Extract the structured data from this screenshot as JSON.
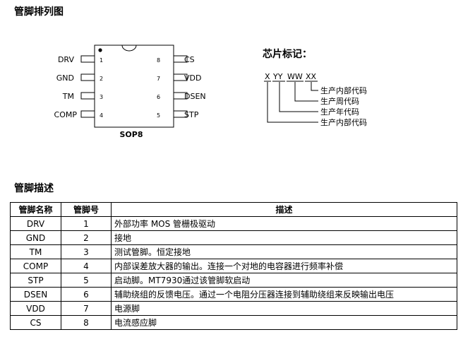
{
  "sections": {
    "pinout_title": "管脚排列图",
    "marking_title": "芯片标记：",
    "description_title": "管脚描述"
  },
  "package": {
    "name": "SOP8",
    "left_pins": [
      {
        "num": "1",
        "name": "DRV"
      },
      {
        "num": "2",
        "name": "GND"
      },
      {
        "num": "3",
        "name": "TM"
      },
      {
        "num": "4",
        "name": "COMP"
      }
    ],
    "right_pins": [
      {
        "num": "8",
        "name": "CS"
      },
      {
        "num": "7",
        "name": "VDD"
      },
      {
        "num": "6",
        "name": "DSEN"
      },
      {
        "num": "5",
        "name": "STP"
      }
    ]
  },
  "marking": {
    "codes": [
      "X",
      "YY",
      "WW",
      "XX"
    ],
    "legend": [
      "生产内部代码",
      "生产周代码",
      "生产年代码",
      "生产内部代码"
    ]
  },
  "table": {
    "headers": [
      "管脚名称",
      "管脚号",
      "描述"
    ],
    "rows": [
      {
        "name": "DRV",
        "num": "1",
        "desc": "外部功率 MOS 管栅极驱动"
      },
      {
        "name": "GND",
        "num": "2",
        "desc": "接地"
      },
      {
        "name": "TM",
        "num": "3",
        "desc": "测试管脚。恒定接地"
      },
      {
        "name": "COMP",
        "num": "4",
        "desc": "内部误差放大器的输出。连接一个对地的电容器进行频率补偿"
      },
      {
        "name": "STP",
        "num": "5",
        "desc": "启动脚。MT7930通过该管脚软启动"
      },
      {
        "name": "DSEN",
        "num": "6",
        "desc": "辅助绕组的反馈电压。通过一个电阻分压器连接到辅助绕组来反映输出电压"
      },
      {
        "name": "VDD",
        "num": "7",
        "desc": "电源脚"
      },
      {
        "name": "CS",
        "num": "8",
        "desc": "电流感应脚"
      }
    ]
  }
}
